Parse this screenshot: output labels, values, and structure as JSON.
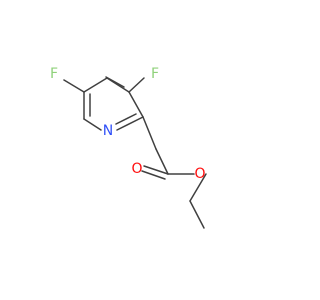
{
  "molecule": {
    "atoms": {
      "F1": "F",
      "F2": "F",
      "N1": "N",
      "O1": "O",
      "O2": "O"
    }
  },
  "colors": {
    "bond": "#404040",
    "fluorine": "#8fd17a",
    "nitrogen": "#3050f8",
    "oxygen": "#ff0d0d"
  }
}
